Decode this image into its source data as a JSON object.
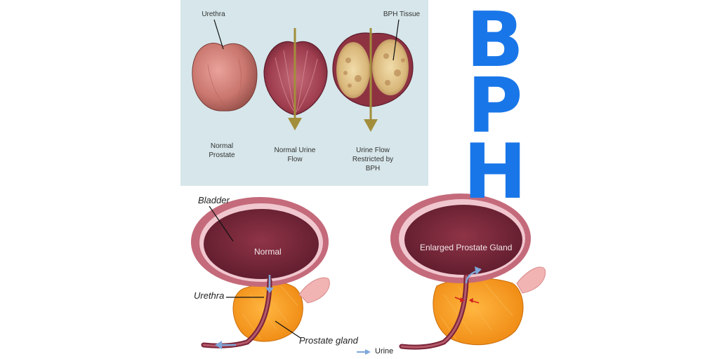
{
  "top_panel": {
    "background": "#d6e6ea",
    "labels": {
      "urethra": "Urethra",
      "bph_tissue": "BPH Tissue",
      "normal_prostate": "Normal\nProstate",
      "normal_flow": "Normal Urine\nFlow",
      "restricted_flow": "Urine Flow\nRestricted by\nBPH"
    }
  },
  "title": {
    "letters": [
      "B",
      "P",
      "H"
    ],
    "color": "#1976e8"
  },
  "bottom_panel": {
    "labels": {
      "bladder": "Bladder",
      "normal": "Normal",
      "enlarged": "Enlarged Prostate Gland",
      "urethra": "Urethra",
      "prostate_gland": "Prostate gland",
      "urine": "Urine"
    },
    "colors": {
      "bladder": "#7a2438",
      "prostate": "#f49a1c",
      "urine_arrow": "#7fa7da"
    }
  }
}
